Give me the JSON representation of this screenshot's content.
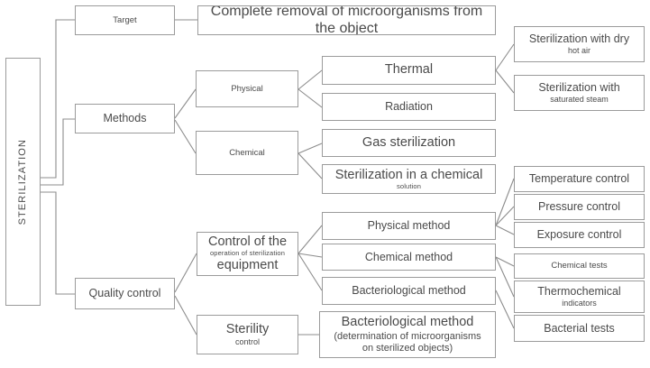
{
  "diagram": {
    "title": "STERILIZATION",
    "root": {
      "label": "STERILIZATION"
    },
    "level1": {
      "target": "Target",
      "methods": "Methods",
      "quality_control": "Quality control"
    },
    "level2": {
      "complete_removal": "Complete removal of microorganisms from the object",
      "physical": "Physical",
      "chemical": "Chemical",
      "control_operation_line1": "Control of the",
      "control_operation_line2": "operation of sterilization",
      "control_operation_line3": "equipment",
      "sterility_line1": "Sterility",
      "sterility_line2": "control"
    },
    "level3": {
      "thermal": "Thermal",
      "radiation": "Radiation",
      "gas_sterilization": "Gas sterilization",
      "chemical_solution_line1": "Sterilization in a chemical",
      "chemical_solution_line2": "solution",
      "physical_method": "Physical method",
      "chemical_method": "Chemical method",
      "bacteriological_method": "Bacteriological method",
      "bact_determination_line1": "Bacteriological method",
      "bact_determination_line2": "(determination of microorganisms",
      "bact_determination_line3": "on sterilized objects)"
    },
    "level4": {
      "dry_hot_air_line1": "Sterilization with dry",
      "dry_hot_air_line2": "hot air",
      "saturated_steam_line1": "Sterilization with",
      "saturated_steam_line2": "saturated steam",
      "temperature_control": "Temperature control",
      "pressure_control": "Pressure control",
      "exposure_control": "Exposure control",
      "chemical_tests": "Chemical tests",
      "thermochemical_line1": "Thermochemical",
      "thermochemical_line2": "indicators",
      "bacterial_tests": "Bacterial tests"
    },
    "colors": {
      "border": "#9b9b9b",
      "text": "#4a4a4a",
      "background": "#ffffff",
      "connector": "#8c8c8c"
    }
  }
}
